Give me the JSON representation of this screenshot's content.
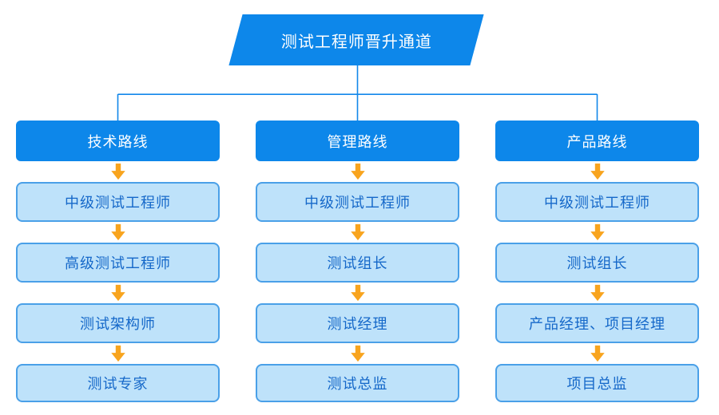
{
  "title": {
    "label": "测试工程师晋升通道"
  },
  "columns": [
    {
      "id": "technical",
      "header": "技术路线",
      "steps": [
        "中级测试工程师",
        "高级测试工程师",
        "测试架构师",
        "测试专家"
      ]
    },
    {
      "id": "management",
      "header": "管理路线",
      "steps": [
        "中级测试工程师",
        "测试组长",
        "测试经理",
        "测试总监"
      ]
    },
    {
      "id": "product",
      "header": "产品路线",
      "steps": [
        "中级测试工程师",
        "测试组长",
        "产品经理、项目经理",
        "项目总监"
      ]
    }
  ],
  "colors": {
    "primary_blue": "#0d87ea",
    "connector_blue": "#1287ea",
    "step_box_fill": "#bee2fa",
    "step_box_border": "#4aa0e8",
    "step_text_blue": "#1568c9",
    "arrow_orange": "#f8a41e",
    "title_text": "#ffffff"
  }
}
